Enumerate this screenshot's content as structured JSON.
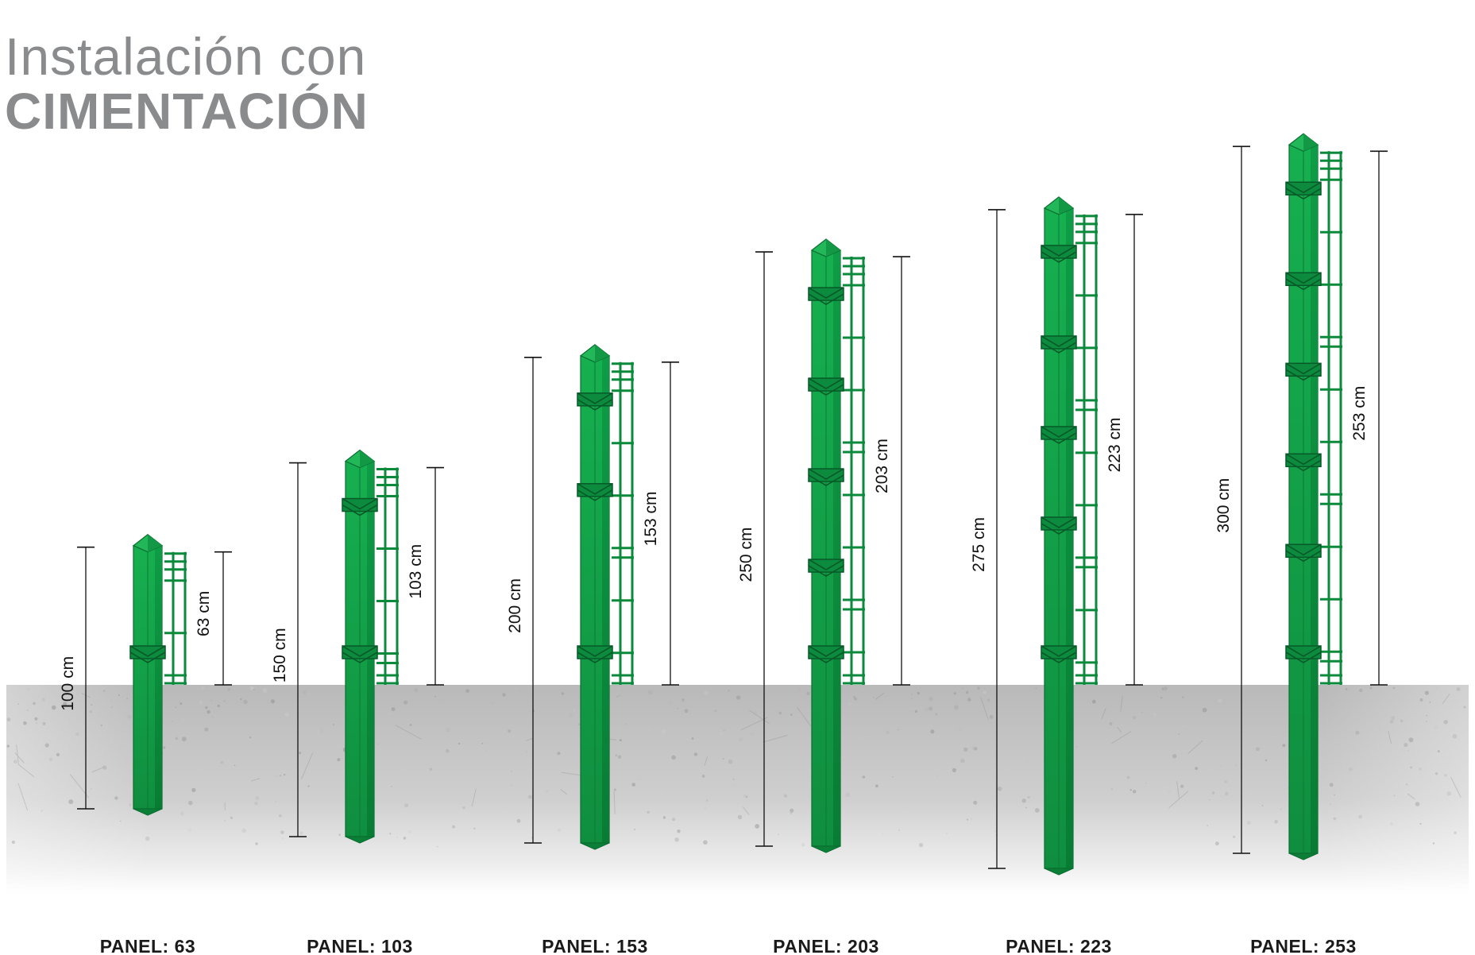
{
  "title": {
    "line1": "Instalación con",
    "line2": "CIMENTACIÓN"
  },
  "colors": {
    "title_gray": "#8a8b8d",
    "post_light": "#1fae52",
    "post_dark": "#0a7a38",
    "mesh_green": "#0b8a3c",
    "ground_gray": "#bdbdbd",
    "dimension_line": "#111111"
  },
  "posts": [
    {
      "panel_label": "PANEL: 63",
      "post_length": "100 cm",
      "panel_height": "63 cm",
      "post_cm": 100,
      "panel_cm": 63
    },
    {
      "panel_label": "PANEL: 103",
      "post_length": "150 cm",
      "panel_height": "103 cm",
      "post_cm": 150,
      "panel_cm": 103
    },
    {
      "panel_label": "PANEL: 153",
      "post_length": "200 cm",
      "panel_height": "153 cm",
      "post_cm": 200,
      "panel_cm": 153
    },
    {
      "panel_label": "PANEL: 203",
      "post_length": "250 cm",
      "panel_height": "203 cm",
      "post_cm": 250,
      "panel_cm": 203
    },
    {
      "panel_label": "PANEL: 223",
      "post_length": "275 cm",
      "panel_height": "223 cm",
      "post_cm": 275,
      "panel_cm": 223
    },
    {
      "panel_label": "PANEL: 253",
      "post_length": "300 cm",
      "panel_height": "253 cm",
      "post_cm": 300,
      "panel_cm": 253
    }
  ]
}
